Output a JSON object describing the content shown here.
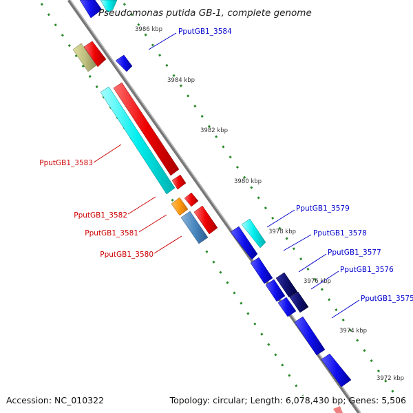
{
  "title": "Pseudomonas putida GB-1, complete genome",
  "accession": "Accession: NC_010322",
  "summary": "Topology: circular; Length: 6,078,430 bp; Genes: 5,506",
  "colors": {
    "forward_label": "#cc0000",
    "reverse_label": "#0000cc",
    "tick": "#2a8a2a",
    "backbone": "#888888"
  },
  "scale_labels": [
    "3986 kbp",
    "3984 kbp",
    "3982 kbp",
    "3980 kbp",
    "3978 kbp",
    "3976 kbp",
    "3974 kbp",
    "3972 kbp"
  ],
  "genes_forward": [
    {
      "label": "PputGB1_3583"
    },
    {
      "label": "PputGB1_3582"
    },
    {
      "label": "PputGB1_3581"
    },
    {
      "label": "PputGB1_3580"
    }
  ],
  "genes_reverse": [
    {
      "label": "PputGB1_3584"
    },
    {
      "label": "PputGB1_3579"
    },
    {
      "label": "PputGB1_3578"
    },
    {
      "label": "PputGB1_3577"
    },
    {
      "label": "PputGB1_3576"
    },
    {
      "label": "PputGB1_3575"
    }
  ]
}
